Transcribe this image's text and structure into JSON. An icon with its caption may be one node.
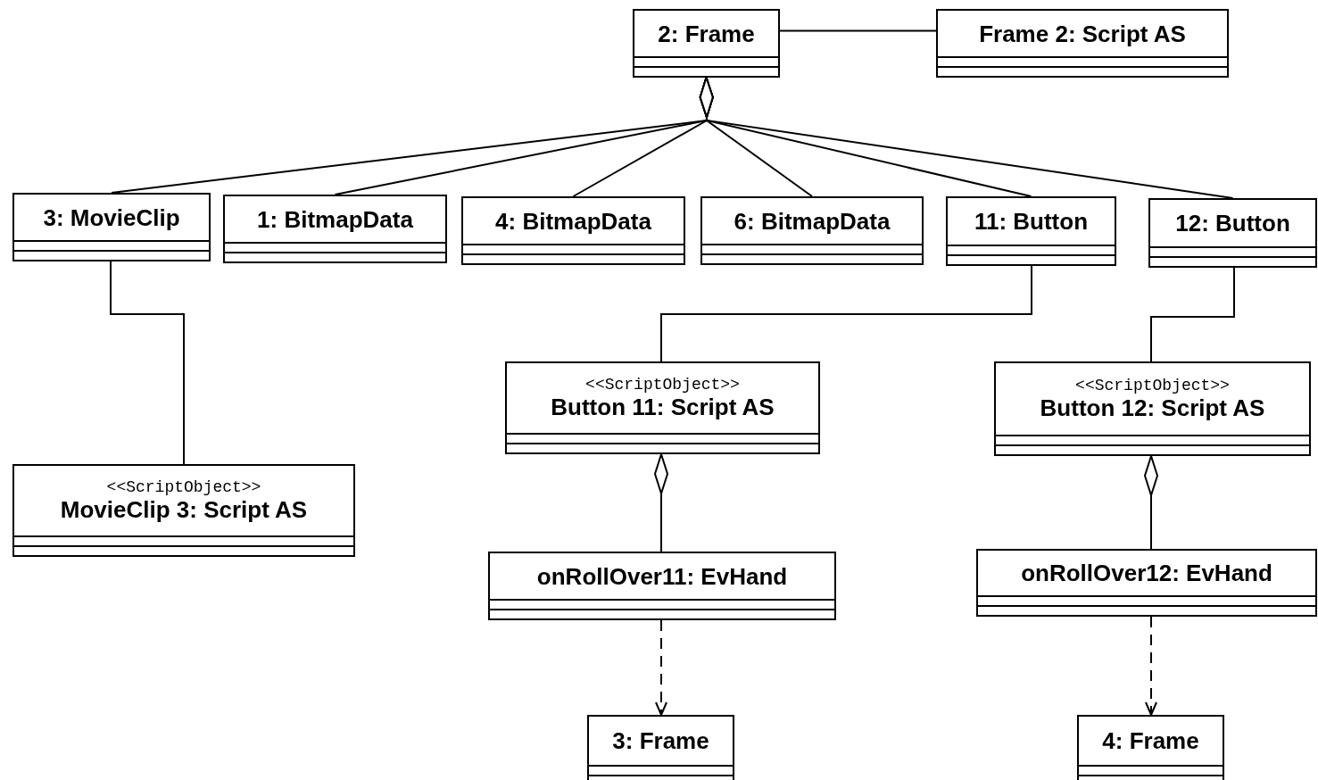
{
  "diagram": {
    "nodes": [
      {
        "text": [
          "2: Frame"
        ]
      },
      {
        "text": [
          "Frame 2: Script AS"
        ]
      },
      {
        "text": [
          "3: MovieClip"
        ]
      },
      {
        "text": [
          "1: BitmapData"
        ]
      },
      {
        "text": [
          "4: BitmapData"
        ]
      },
      {
        "text": [
          "6: BitmapData"
        ]
      },
      {
        "text": [
          "11: Button"
        ]
      },
      {
        "text": [
          "12: Button"
        ]
      },
      {
        "text": [
          "<<ScriptObject>>",
          "MovieClip 3: Script AS"
        ]
      },
      {
        "text": [
          "<<ScriptObject>>",
          "Button 11: Script AS"
        ]
      },
      {
        "text": [
          "<<ScriptObject>>",
          "Button 12: Script AS"
        ]
      },
      {
        "text": [
          "onRollOver11: EvHand"
        ]
      },
      {
        "text": [
          "onRollOver12: EvHand"
        ]
      },
      {
        "text": [
          "3: Frame"
        ]
      },
      {
        "text": [
          "4: Frame"
        ]
      }
    ],
    "edges": [
      {
        "from": 0,
        "to": 1,
        "arrow": "none"
      },
      {
        "from": 0,
        "to": 2,
        "arrow": "other"
      },
      {
        "from": 0,
        "to": 3,
        "arrow": "other"
      },
      {
        "from": 0,
        "to": 4,
        "arrow": "other"
      },
      {
        "from": 0,
        "to": 5,
        "arrow": "other"
      },
      {
        "from": 0,
        "to": 6,
        "arrow": "other"
      },
      {
        "from": 0,
        "to": 7,
        "arrow": "other"
      },
      {
        "from": 2,
        "to": 8,
        "arrow": "none"
      },
      {
        "from": 6,
        "to": 9,
        "arrow": "none"
      },
      {
        "from": 7,
        "to": 10,
        "arrow": "none"
      },
      {
        "from": 9,
        "to": 11,
        "arrow": "other"
      },
      {
        "from": 10,
        "to": 12,
        "arrow": "other"
      },
      {
        "from": 11,
        "to": 13,
        "arrow": "to",
        "style": "dashed"
      },
      {
        "from": 12,
        "to": 14,
        "arrow": "to",
        "style": "dashed"
      }
    ]
  }
}
